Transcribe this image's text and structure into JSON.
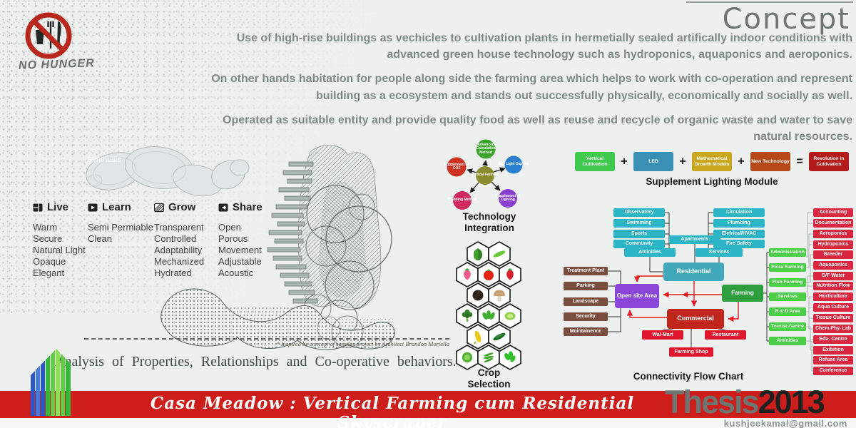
{
  "colors": {
    "background": "#eef0ef",
    "body_text": "#7e8a86",
    "banner_red": "#ce1e1c",
    "teal_box": "#2cb4c7",
    "residential": "#42a9bc",
    "open_site_purple": "#8a46d9",
    "farming_green": "#2f9e3f",
    "commercial_red": "#c1261d",
    "shop_red": "#e1182d",
    "detail_red": "#da2740",
    "site_brown": "#7a4e3e",
    "child_green": "#4ccf48",
    "module_green": "#3fc94f",
    "module_blue": "#3a8fb5",
    "module_gold": "#c9a820",
    "module_orange": "#b5491a",
    "module_red": "#b51a1a",
    "prohibition_red": "#b8271b"
  },
  "logo": {
    "text": "NO HUNGER"
  },
  "header": {
    "title": "Concept",
    "paragraphs": [
      "Use of high-rise buildings as vechicles to cultivation plants in hermetially sealed artifically indoor conditions with advanced green house technology such as hydroponics, aquaponics and aeroponics.",
      "On other hands habitation for people along side the farming area which helps to work with co-operation and represent building as a ecosystem and stands out successfully physically, economically and socially as well.",
      "Operated as suitable entity and provide quality food as well as reuse and recycle of organic waste and water to save natural resources."
    ]
  },
  "synthesis": {
    "label": "Synthesis"
  },
  "properties": {
    "columns": [
      {
        "title": "Live",
        "items": [
          "Warm",
          "Secure",
          "Natural Light",
          "Opaque",
          "Elegant"
        ]
      },
      {
        "title": "Learn",
        "items": [
          "Semi Permiable",
          "Clean"
        ]
      },
      {
        "title": "Grow",
        "items": [
          "Transparent",
          "Controlled",
          "Adaptability",
          "Mechanized",
          "Hydrated"
        ]
      },
      {
        "title": "Share",
        "items": [
          "Open",
          "Porous",
          "Movement",
          "Adjustable",
          "Acoustic"
        ]
      }
    ],
    "caption": "Analysis  of  Properties,  Relationships  and  Co-operative  behaviors.",
    "credit": "* Inspired by concept of samilar project by Architect Brandon Mortella"
  },
  "technology": {
    "title_line1": "Technology",
    "title_line2": "Integration",
    "center": "Vertical Farming",
    "nodes": {
      "top": "Advanced Calculation Method",
      "left": "Supplement of CO2",
      "right": "Sun Light Capture",
      "bottom_left": "Cladding Method",
      "bottom_right": "Supplement of Lighting"
    }
  },
  "crops": {
    "title_line1": "Crop",
    "title_line2": "Selection",
    "items": [
      "green-pepper",
      "chilli",
      "strawberry",
      "tomato",
      "strawberry",
      "soil",
      "mushroom",
      "broccoli",
      "spinach",
      "lettuce",
      "corn",
      "cucumber",
      "cabbage",
      "green-beans",
      "basil"
    ]
  },
  "lighting": {
    "title": "Supplement Lighting Module",
    "boxes": [
      "Vertical Cultivation",
      "LED",
      "Mathematical Growth Models",
      "New Technology",
      "Revolution in Cultivation"
    ],
    "operators": [
      "+",
      "+",
      "+",
      "="
    ]
  },
  "flow": {
    "title": "Connectivity Flow Chart",
    "teal_left": [
      "Observatory",
      "Swimming",
      "Sports",
      "Community"
    ],
    "aminities": "Aminities",
    "apartments": "Apartments",
    "teal_right": [
      "Circulation",
      "Plumbing",
      "Eletrical/HVAC",
      "Fire Safety"
    ],
    "services": "Services",
    "residential": "Residential",
    "open_site": "Open site Area",
    "farming": "Farming",
    "commercial": "Commercial",
    "commercial_children": [
      "Wal-Mart",
      "Restaurant",
      "Farming Shop"
    ],
    "site_items": [
      "Treatment Plant",
      "Parking",
      "Landscape",
      "Security",
      "Maintainence"
    ],
    "farming_children": [
      "Administration",
      "Flora Farming",
      "Fish Farming",
      "Services",
      "R & D Area",
      "Tourist Centre",
      "Aminities"
    ],
    "detail_items": [
      "Accounting",
      "Documentation",
      "Aeroponics",
      "Hydroponics",
      "Breeder",
      "Aquaponics",
      "G/F Water",
      "Nutrition Flow",
      "Horticulture",
      "Aqua Culture",
      "Tissue Culture",
      "Chem.Phy. Lab",
      "Edu. Centre",
      "Exibition",
      "Refuse Area",
      "Conference"
    ]
  },
  "footer": {
    "title": "Casa Meadow : Vertical Farming cum Residential Skyscraper",
    "thesis_label": "Thesis",
    "year": "2013",
    "email": "kushjeekamal@gmail.com"
  }
}
